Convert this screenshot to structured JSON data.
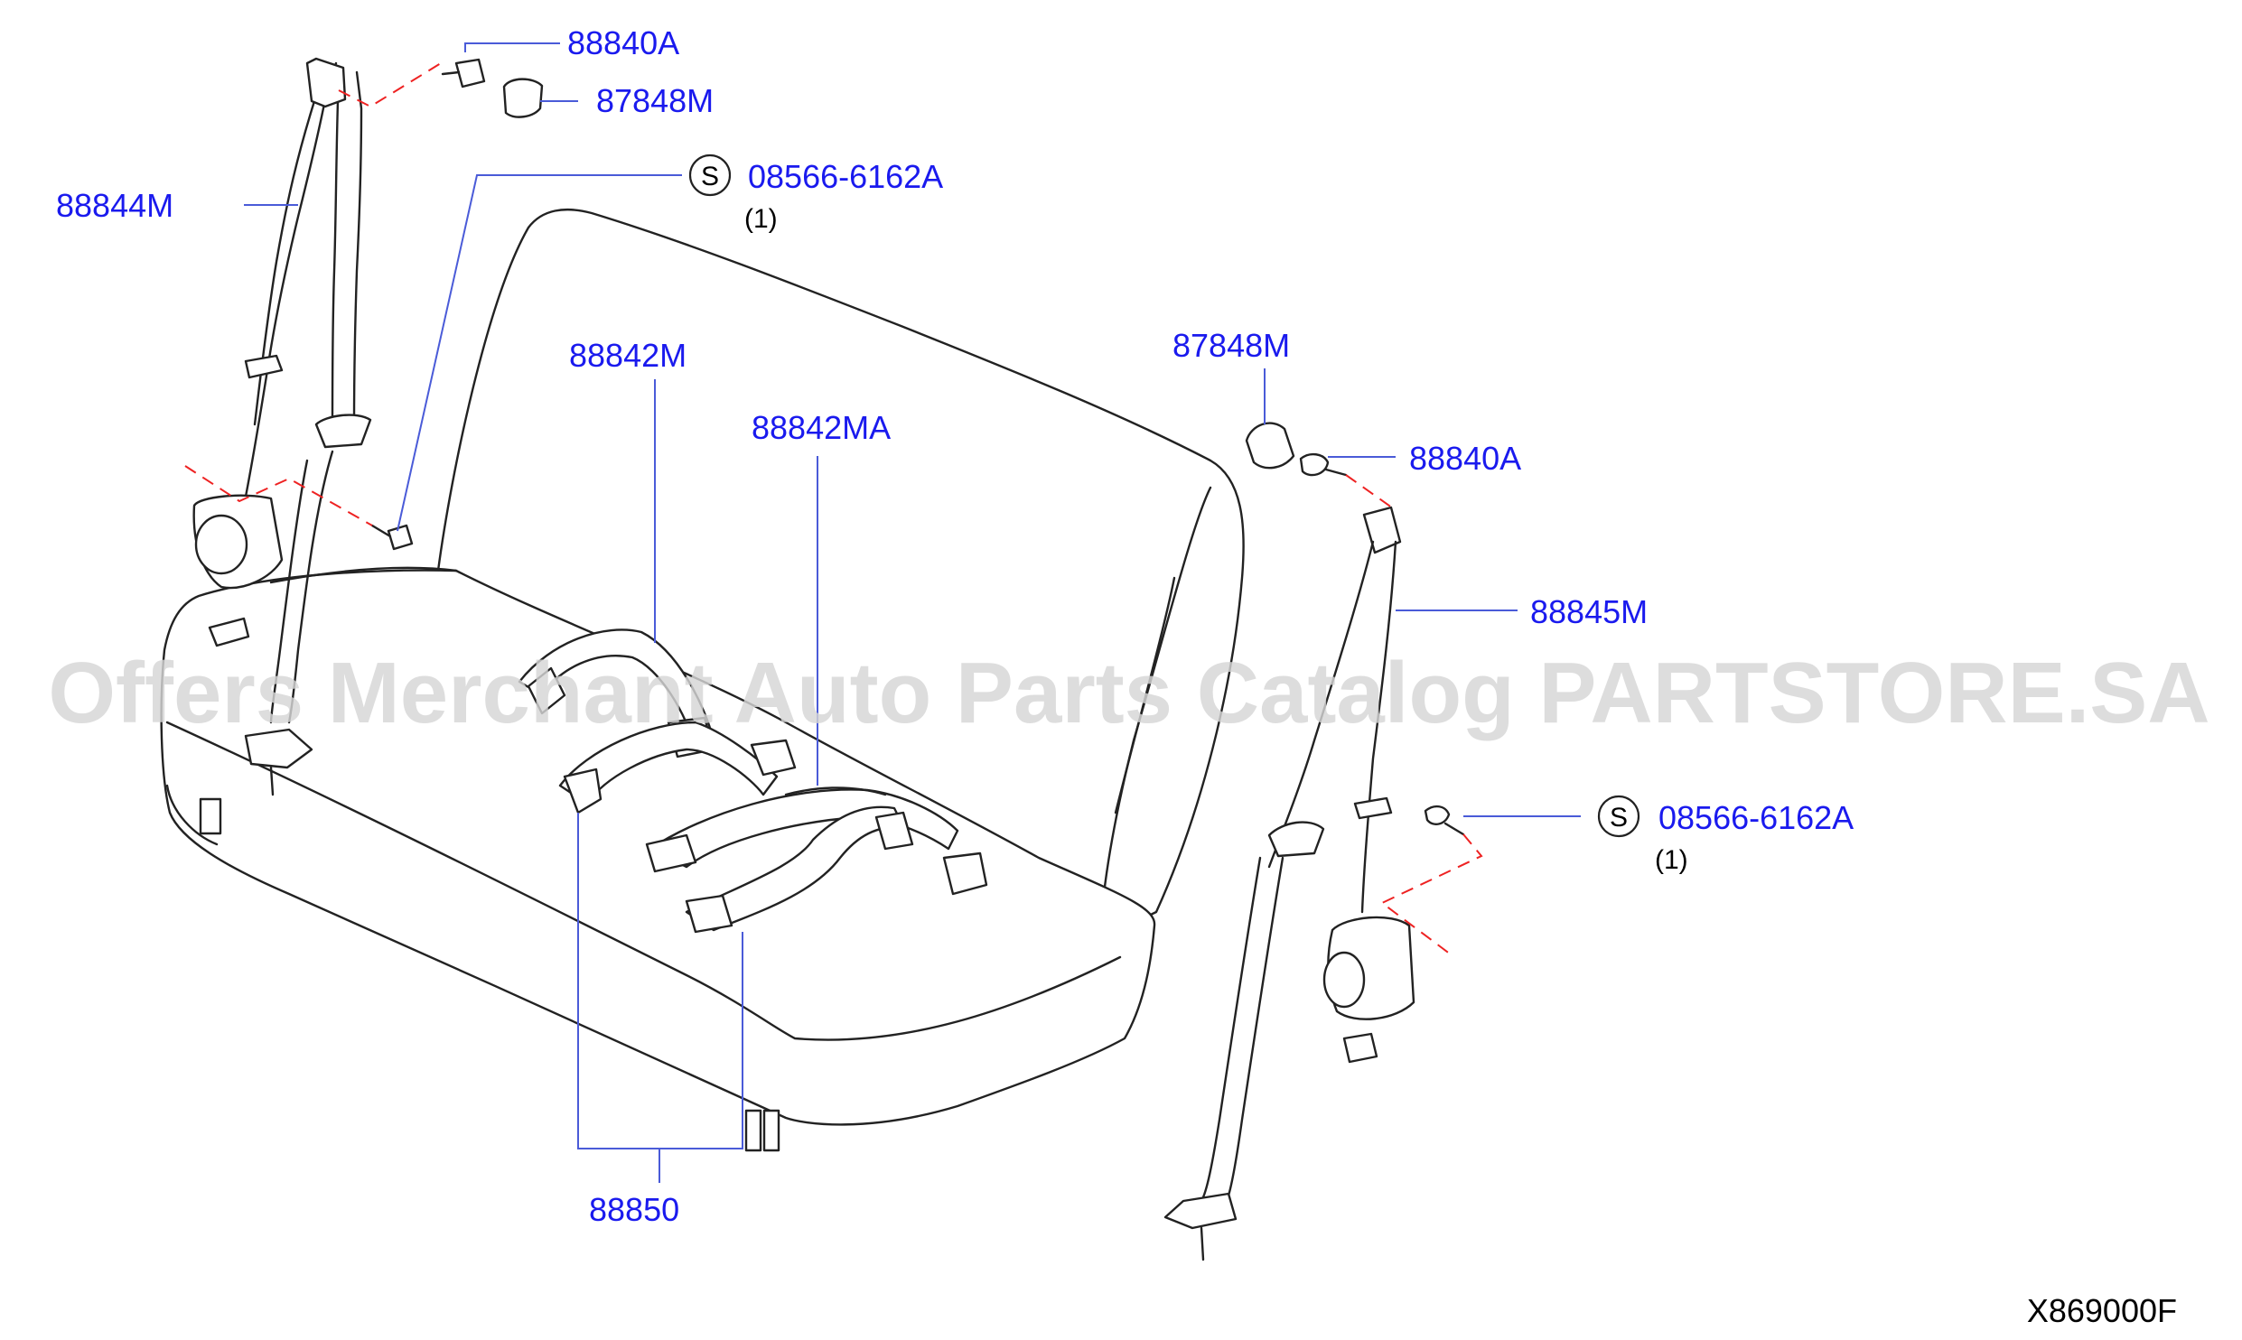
{
  "parts": {
    "left_bolt": "88840A",
    "left_cap": "87848M",
    "left_screw": "08566-6162A",
    "left_screw_qty": "(1)",
    "left_belt": "88844M",
    "center_buckle": "88842M",
    "center_buckle_alt": "88842MA",
    "right_cap": "87848M",
    "right_bolt": "88840A",
    "right_belt": "88845M",
    "right_screw": "08566-6162A",
    "right_screw_qty": "(1)",
    "lap_belt_set": "88850"
  },
  "s_symbol": "S",
  "watermark": "Offers Merchant Auto Parts Catalog PARTSTORE.SA",
  "diagram_code": "X869000F",
  "colors": {
    "label": "#1a1aee",
    "leader": "#4a5bd8",
    "dashed": "#ee2222",
    "line_art": "#222222",
    "watermark": "#d6d6d6"
  }
}
